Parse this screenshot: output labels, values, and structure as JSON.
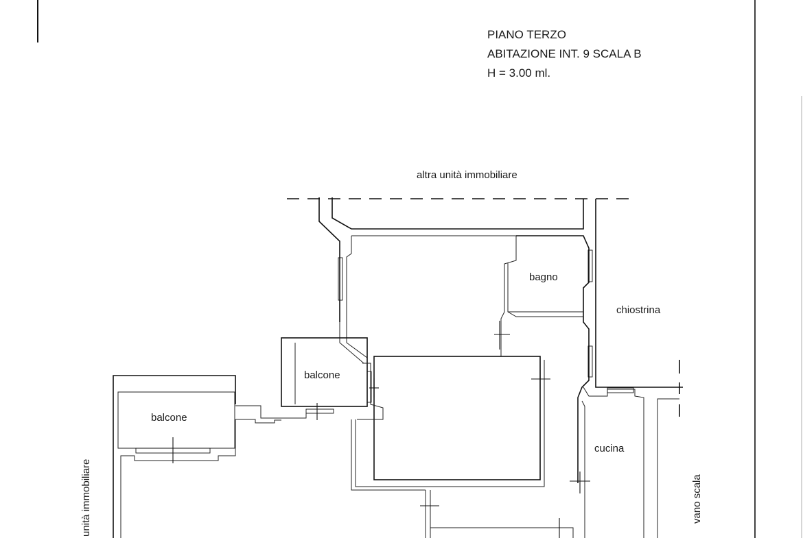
{
  "header": {
    "line1": "PIANO TERZO",
    "line2": "ABITAZIONE INT. 9 SCALA B",
    "line3": "H = 3.00 ml."
  },
  "labels": {
    "top_neighbor": "altra unità immobiliare",
    "left_neighbor": "unità immobiliare",
    "bagno": "bagno",
    "chiostrina": "chiostrina",
    "balcone_upper": "balcone",
    "balcone_left": "balcone",
    "cucina": "cucina",
    "vano_scala": "vano scala"
  }
}
